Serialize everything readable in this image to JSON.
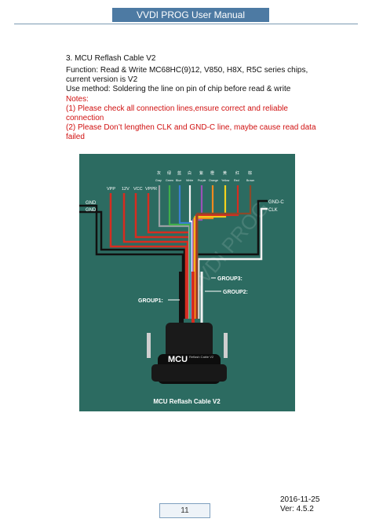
{
  "header": {
    "title": "VVDI PROG User Manual"
  },
  "section": {
    "title": "3.   MCU Reflash Cable V2",
    "function": "Function: Read & Write MC68HC(9)12, V850, H8X, R5C series chips,",
    "function_cont": "current version is V2",
    "use_method": "Use method: Soldering the line on pin of chip before read & write",
    "notes_label": "Notes:",
    "note1": "(1) Please check all connection lines,ensure correct and reliable",
    "note1_cont": "connection",
    "note2": "(2) Please Don’t lengthen CLK and GND-C line, maybe cause read data",
    "note2_cont": "failed"
  },
  "figure": {
    "caption": "MCU Reflash Cable V2",
    "watermark": "VVDI PROG",
    "left_labels": [
      "GND",
      "GND"
    ],
    "power_labels": [
      "VPP",
      "12V",
      "VCC",
      "VPPR"
    ],
    "right_labels": [
      "GND-C",
      "CLK"
    ],
    "wire_cn": [
      "灰",
      "绿",
      "蓝",
      "白",
      "紫",
      "橙",
      "黄",
      "红",
      "棕"
    ],
    "wire_en": [
      "Gray",
      "Green",
      "Blue",
      "White",
      "Purple",
      "Orange",
      "Yellow",
      "Red",
      "Brown"
    ],
    "groups": [
      "GROUP3:",
      "GROUP2:",
      "GROUP1:"
    ],
    "connector_label": "MCU",
    "connector_sublabel": "Reflash Cable V2",
    "colors": {
      "background": "#2c6b61",
      "gray": "#9aa0a4",
      "green": "#3fae4a",
      "blue": "#3a7fd0",
      "white": "#f2f2f2",
      "purple": "#9a52b8",
      "orange": "#f08a1e",
      "yellow": "#f3d21c",
      "red": "#d62d20",
      "brown": "#8a4a2a",
      "black": "#111111"
    }
  },
  "footer": {
    "page": "11",
    "date": "2016-11-25",
    "version": "Ver: 4.5.2"
  }
}
